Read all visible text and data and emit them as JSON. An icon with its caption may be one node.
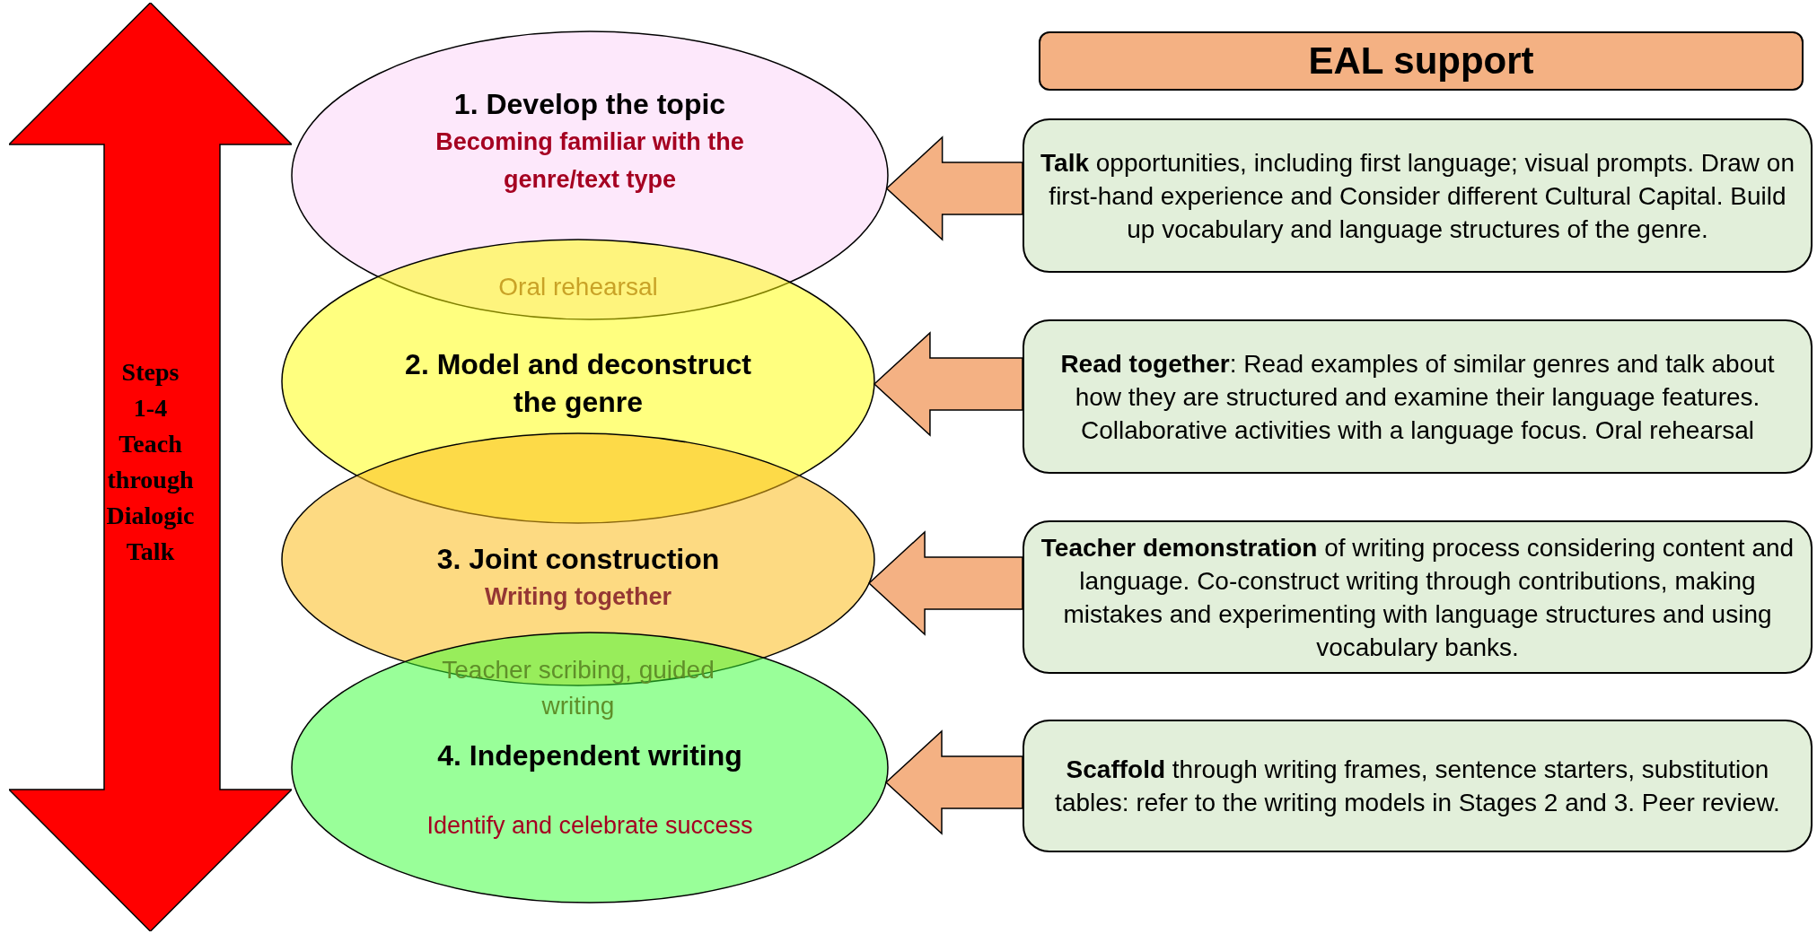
{
  "diagram": {
    "nodes": [
      {
        "text": [
          "Steps 1-4 Teach through Dialogic Talk"
        ]
      },
      {
        "text": [
          "1. Develop the topic",
          "Becoming familiar with the genre/text type"
        ]
      },
      {
        "text": [
          "2. Model and deconstruct the genre"
        ]
      },
      {
        "text": [
          "3. Joint construction",
          "Writing together"
        ]
      },
      {
        "text": [
          "4. Independent writing",
          "Identify and celebrate success"
        ]
      },
      {
        "text": [
          "EAL support"
        ]
      },
      {
        "text": [
          "**Talk** opportunities, including first language; visual prompts. Draw on first-hand experience and Consider different Cultural Capital. Build up vocabulary and language structures of the genre."
        ]
      },
      {
        "text": [
          "**Read together**: Read examples of similar genres and talk about how they are structured and examine their language features. Collaborative activities with a language focus. Oral rehearsal"
        ]
      },
      {
        "text": [
          "**Teacher demonstration** of writing process considering content and language. Co-construct writing through contributions, making mistakes and experimenting with language structures and using vocabulary banks."
        ]
      },
      {
        "text": [
          "**Scaffold** through writing frames, sentence starters, substitution tables: refer to the writing models in Stages 2 and 3. Peer review."
        ]
      }
    ],
    "edges": [
      {
        "from": 6,
        "to": 1,
        "arrow": "to",
        "style": "thick"
      },
      {
        "from": 7,
        "to": 2,
        "arrow": "to",
        "style": "thick"
      },
      {
        "from": 8,
        "to": 3,
        "arrow": "to",
        "style": "thick"
      },
      {
        "from": 9,
        "to": 4,
        "arrow": "to",
        "style": "thick"
      }
    ],
    "labels": [
      "Oral rehearsal",
      "Teacher scribing, guided writing"
    ]
  }
}
